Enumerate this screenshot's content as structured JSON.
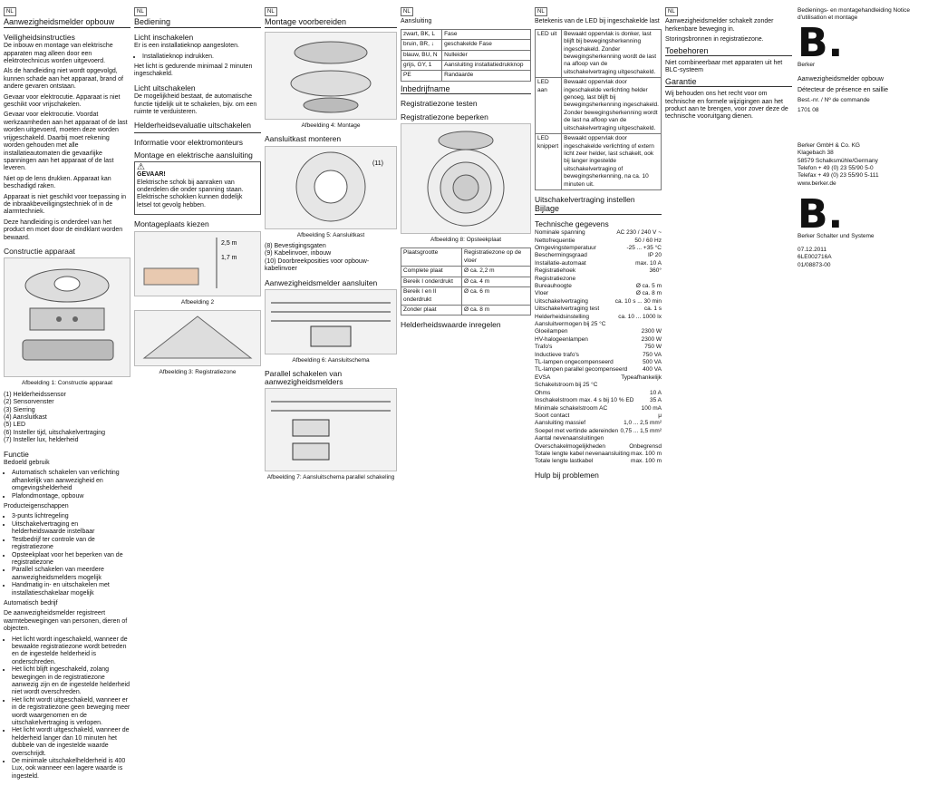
{
  "lang_tag": "NL",
  "col1": {
    "title": "Aanwezigheidsmelder opbouw",
    "safety_heading": "Veiligheidsinstructies",
    "safety_p1": "De inbouw en montage van elektrische apparaten mag alleen door een elektrotechnicus worden uitgevoerd.",
    "safety_p2": "Als de handleiding niet wordt opgevolgd, kunnen schade aan het apparaat, brand of andere gevaren ontstaan.",
    "safety_p3": "Gevaar voor elektrocutie. Apparaat is niet geschikt voor vrijschakelen.",
    "safety_p4": "Gevaar voor elektrocutie. Voordat werkzaamheden aan het apparaat of de last worden uitgevoerd, moeten deze worden vrijgeschakeld. Daarbij moet rekening worden gehouden met alle installatieautomaten die gevaarlijke spanningen aan het apparaat of de last leveren.",
    "safety_p5": "Niet op de lens drukken. Apparaat kan beschadigd raken.",
    "safety_p6": "Apparaat is niet geschikt voor toepassing in de inbraakbeveiligingstechniek of in de alarmtechniek.",
    "safety_p7": "Deze handleiding is onderdeel van het product en moet door de eindklant worden bewaard.",
    "construction_heading": "Constructie apparaat",
    "fig1_caption": "Afbeelding 1: Constructie apparaat",
    "parts": [
      "(1)  Helderheidssensor",
      "(2)  Sensorvenster",
      "(3)  Sierring",
      "(4)  Aansluitkast",
      "(5)  LED",
      "(6)  Insteller tijd, uitschakelvertraging",
      "(7)  Insteller lux, helderheid"
    ],
    "function_heading": "Functie",
    "intended_use_heading": "Bedoeld gebruik",
    "intended_use": [
      "Automatisch schakelen van verlichting afhankelijk van aanwezigheid en omgevingshelderheid",
      "Plafondmontage, opbouw"
    ],
    "properties_heading": "Producteigenschappen",
    "properties": [
      "3-punts lichtregeling",
      "Uitschakelvertraging en helderheidswaarde instelbaar",
      "Testbedrijf ter controle van de registratiezone",
      "Opsteekplaat voor het beperken van de registratiezone",
      "Parallel schakelen van meerdere aanwezigheidsmelders mogelijk",
      "Handmatig in- en uitschakelen met installatieschakelaar mogelijk"
    ],
    "auto_heading": "Automatisch bedrijf",
    "auto_p": "De aanwezigheidsmelder registreert warmtebewegingen van personen, dieren of objecten.",
    "auto_list": [
      "Het licht wordt ingeschakeld, wanneer de bewaakte registratiezone wordt betreden en de ingestelde helderheid is onderschreden.",
      "Het licht blijft ingeschakeld, zolang bewegingen in de registratiezone aanwezig zijn en de ingestelde helderheid niet wordt overschreden.",
      "Het licht wordt uitgeschakeld, wanneer er in de registratiezone geen beweging meer wordt waargenomen en de uitschakelvertraging is verlopen.",
      "Het licht wordt uitgeschakeld, wanneer de helderheid langer dan 10 minuten het dubbele van de ingestelde waarde overschrijdt.",
      "De minimale uitschakelhelderheid is 400 Lux, ook wanneer een lagere waarde is ingesteld."
    ]
  },
  "col2": {
    "title": "Bediening",
    "light_on_heading": "Licht inschakelen",
    "light_on_p": "Er is een installatieknop aangesloten.",
    "light_on_list": [
      "Installatieknop indrukken."
    ],
    "light_on_note": "Het licht is gedurende minimaal 2 minuten ingeschakeld.",
    "light_off_heading": "Licht uitschakelen",
    "light_off_p": "De mogelijkheid bestaat, de automatische functie tijdelijk uit te schakelen, bijv. om een ruimte te verduisteren.",
    "parallel_heading": "Helderheidsevaluatie uitschakelen",
    "install_heading": "Informatie voor elektromonteurs",
    "mount_heading": "Montage en elektrische aansluiting",
    "danger_label": "GEVAAR!",
    "danger_text": "Elektrische schok bij aanraken van onderdelen die onder spanning staan. Elektrische schokken kunnen dodelijk letsel tot gevolg hebben.",
    "place_heading": "Montageplaats kiezen",
    "fig2_caption": "Afbeelding 2",
    "fig3_caption": "Afbeelding 3: Registratiezone",
    "fig2_h1": "1,7 m",
    "fig2_h2": "2,5 m"
  },
  "col3": {
    "title": "Montage voorbereiden",
    "fig4_caption": "Afbeelding 4: Montage",
    "fig5_caption": "Afbeelding 5: Aansluitkast",
    "fig6_caption": "Afbeelding 6: Aansluitschema",
    "fig7_caption": "Afbeelding 7: Aansluitschema parallel schakeling",
    "connect_heading": "Aansluitkast monteren",
    "connect_list": [
      "(8)  Bevestigingsgaten",
      "(9)  Kabelinvoer, inbouw",
      "(10) Doorbreekposities voor opbouw-kabelinvoer"
    ],
    "wiring_heading": "Aanwezigheidsmelder aansluiten",
    "parallel_heading": "Parallel schakelen van aanwezigheidsmelders",
    "fig5_label": "(11)"
  },
  "col4": {
    "table1": [
      [
        "zwart, BK, L",
        "Fase"
      ],
      [
        "bruin, BR, ↓",
        "geschakelde Fase"
      ],
      [
        "blauw, BU, N",
        "Nulleider"
      ],
      [
        "grijs, GY, 1",
        "Aansluiting installatiedrukknop"
      ],
      [
        "PE",
        "Randaarde"
      ]
    ],
    "aansluiting_label": "Aansluiting",
    "commissioning_heading": "Inbedrijfname",
    "zone_test_heading": "Registratiezone testen",
    "zone_limit_heading": "Registratiezone beperken",
    "fig8_caption": "Afbeelding 8: Opsteekplaat",
    "placement_table_header": [
      "Plaatsgrootte",
      "Registratiezone op de vloer"
    ],
    "placement_table": [
      [
        "Complete plaat",
        "Ø ca. 2,2 m"
      ],
      [
        "Bereik I onderdrukt",
        "Ø ca. 4 m"
      ],
      [
        "Bereik I en II onderdrukt",
        "Ø ca. 6 m"
      ],
      [
        "Zonder plaat",
        "Ø ca. 8 m"
      ]
    ],
    "led_heading": "Helderheidswaarde inregelen"
  },
  "col5": {
    "led_table_title": "Betekenis van de LED bij ingeschakelde last",
    "led_table": [
      [
        "LED uit",
        "Bewaakt oppervlak is donker, last blijft bij bewegingsherkenning ingeschakeld. Zonder bewegingsherkenning wordt de last na afloop van de uitschakelvertraging uitgeschakeld."
      ],
      [
        "LED aan",
        "Bewaakt oppervlak door ingeschakelde verlichting helder genoeg, last blijft bij bewegingsherkenning ingeschakeld. Zonder bewegingsherkenning wordt de last na afloop van de uitschakelvertraging uitgeschakeld."
      ],
      [
        "LED knippert",
        "Bewaakt oppervlak door ingeschakelde verlichting of extern licht zeer helder, last schakelt, ook bij langer ingestelde uitschakelvertraging of bewegingsherkenning, na ca. 10 minuten uit."
      ]
    ],
    "off_delay_heading": "Uitschakelvertraging instellen",
    "accessories_heading": "Bijlage",
    "tech_heading": "Technische gegevens",
    "specs": [
      [
        "Nominale spanning",
        "AC 230 / 240 V ~"
      ],
      [
        "Nettofrequentie",
        "50 / 60 Hz"
      ],
      [
        "Omgevingstemperatuur",
        "-25 ... +35 °C"
      ],
      [
        "Beschermingsgraad",
        "IP 20"
      ],
      [
        "Installatie-automaat",
        "max. 10 A"
      ],
      [
        "Registratiehoek",
        "360°"
      ],
      [
        "Registratiezone",
        ""
      ],
      [
        "Bureauhoogte",
        "Ø ca. 5 m"
      ],
      [
        "Vloer",
        "Ø ca. 8 m"
      ],
      [
        "Uitschakelvertraging",
        "ca. 10 s ... 30 min"
      ],
      [
        "Uitschakelvertraging test",
        "ca. 1 s"
      ],
      [
        "Helderheidsinstelling",
        "ca. 10 ... 1000 lx"
      ],
      [
        "Aansluitvermogen bij 25 °C",
        ""
      ],
      [
        "Gloeilampen",
        "2300 W"
      ],
      [
        "HV-halogeenlampen",
        "2300 W"
      ],
      [
        "Trafo's",
        "750 W"
      ],
      [
        "Inductieve trafo's",
        "750 VA"
      ],
      [
        "TL-lampen ongecompenseerd",
        "500 VA"
      ],
      [
        "TL-lampen parallel gecompenseerd",
        "400 VA"
      ],
      [
        "EVSA",
        "Typeafhankelijk"
      ],
      [
        "Schakelstroom bij 25 °C",
        ""
      ],
      [
        "Ohms",
        "10 A"
      ],
      [
        "Inschakelstroom max. 4 s bij 10 % ED",
        "35 A"
      ],
      [
        "Minimale schakelstroom AC",
        "100 mA"
      ],
      [
        "Soort contact",
        "μ"
      ],
      [
        "Aansluiting massief",
        "1,0 ... 2,5 mm²"
      ],
      [
        "Soepel met vertinde adereinden",
        "0,75 ... 1,5 mm²"
      ],
      [
        "Aantal nevenaansluitingen",
        ""
      ],
      [
        "Overschakelmogelijkheden",
        "Onbegrensd"
      ],
      [
        "Totale lengte kabel nevenaansluiting",
        "max. 100 m"
      ],
      [
        "Totale lengte lastkabel",
        "max. 100 m"
      ]
    ],
    "help_heading": "Hulp bij problemen"
  },
  "col6": {
    "trouble_heading": "Aanwezigheidsmelder schakelt zonder herkenbare beweging in.",
    "trouble_cause": "Storingsbronnen in registratiezone.",
    "accessories_heading": "Toebehoren",
    "accessories_text": "Niet combineerbaar met apparaten uit het BLC-systeem",
    "warranty_heading": "Garantie",
    "warranty_p": "Wij behouden ons het recht voor om technische en formele wijzigingen aan het product aan te brengen, voor zover deze de technische vooruitgang dienen."
  },
  "col7": {
    "header_note": "Bedienings- en montagehandleiding Notice d'utilisation et montage",
    "logo_text": "B.",
    "logo_caption": "Berker",
    "product_nl": "Aanwezigheidsmelder opbouw",
    "product_fr": "Détecteur de présence en saillie",
    "order_label": "Best.-nr. / Nº de commande",
    "order_no": "1701 08",
    "company": "Berker GmbH & Co. KG",
    "address": "Klagebach 38",
    "city": "58579 Schalksmühle/Germany",
    "phone": "Telefon + 49 (0) 23 55/90 5-0",
    "fax": "Telefax + 49 (0) 23 55/90 5-111",
    "web": "www.berker.de",
    "logo2": "B.",
    "logo2_caption": "Berker Schalter und Systeme",
    "code1": "07.12.2011",
    "code2": "6LE002716A",
    "code3": "01/08873-00"
  }
}
